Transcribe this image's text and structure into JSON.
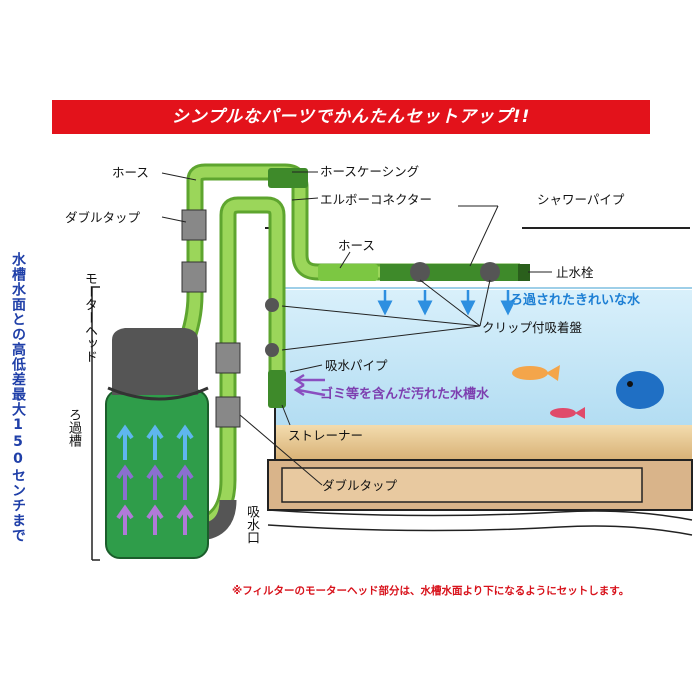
{
  "banner": "シンプルなパーツでかんたんセットアップ!!",
  "side_note": "水槽水面との高低差最大150センチまで",
  "labels": {
    "hose_top": "ホース",
    "hose_casing": "ホースケーシング",
    "double_tap_top": "ダブルタップ",
    "elbow_connector": "エルボーコネクター",
    "shower_pipe": "シャワーパイプ",
    "hose_mid": "ホース",
    "stop_valve": "止水栓",
    "motor_head": "モーターヘッド",
    "clean_water": "ろ過されたきれいな水",
    "suction_cup": "クリップ付吸着盤",
    "intake_pipe": "吸水パイプ",
    "dirty_water": "ゴミ等を含んだ汚れた水槽水",
    "filter_tank": "ろ過槽",
    "strainer": "ストレーナー",
    "double_tap_bottom": "ダブルタップ",
    "intake_port": "吸水口"
  },
  "footnote": "※フィルターのモーターヘッド部分は、水槽水面より下になるようにセットします。",
  "colors": {
    "banner_red": "#e3121b",
    "hose_green": "#8fd14f",
    "filter_green": "#2f9d4a",
    "water_blue": "#bfe3f5",
    "sand": "#e6c58f",
    "stand": "#d9b48a",
    "arrow_blue": "#2d8fe0",
    "arrow_purple": "#8a4fc0"
  }
}
